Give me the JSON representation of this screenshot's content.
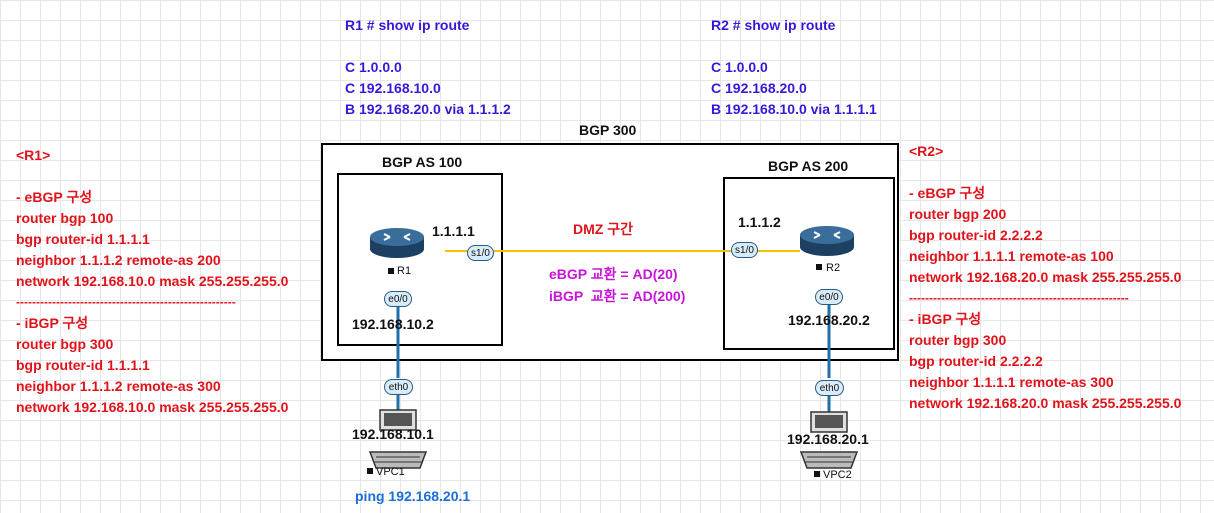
{
  "route_r1": {
    "title": "R1 # show ip route",
    "lines": [
      "C 1.0.0.0",
      "C 192.168.10.0",
      "B 192.168.20.0 via 1.1.1.2"
    ]
  },
  "route_r2": {
    "title": "R2 # show ip route",
    "lines": [
      "C 1.0.0.0",
      "C 192.168.20.0",
      "B 192.168.10.0 via 1.1.1.1"
    ]
  },
  "bgp300_label": "BGP 300",
  "as100_label": "BGP AS 100",
  "as200_label": "BGP AS 200",
  "config_r1": {
    "lines": [
      "<R1>",
      "",
      "- eBGP 구성",
      "router bgp 100",
      "bgp router-id 1.1.1.1",
      "neighbor 1.1.1.2 remote-as 200",
      "network 192.168.10.0 mask 255.255.255.0",
      "-------------------------------------------------------",
      "- iBGP 구성",
      "router bgp 300",
      "bgp router-id 1.1.1.1",
      "neighbor 1.1.1.2 remote-as 300",
      "network 192.168.10.0 mask 255.255.255.0"
    ]
  },
  "config_r2": {
    "lines": [
      "<R2>",
      "",
      "- eBGP 구성",
      "router bgp 200",
      "bgp router-id 2.2.2.2",
      "neighbor 1.1.1.1 remote-as 100",
      "network 192.168.20.0 mask 255.255.255.0",
      "-------------------------------------------------------",
      "- iBGP 구성",
      "router bgp 300",
      "bgp router-id 2.2.2.2",
      "neighbor 1.1.1.1 remote-as 300",
      "network 192.168.20.0 mask 255.255.255.0"
    ]
  },
  "r1": {
    "name": "R1",
    "serial_ip": "1.1.1.1",
    "s_iface": "s1/0",
    "e_iface": "e0/0",
    "lan_ip": "192.168.10.2"
  },
  "r2": {
    "name": "R2",
    "serial_ip": "1.1.1.2",
    "s_iface": "s1/0",
    "e_iface": "e0/0",
    "lan_ip": "192.168.20.2"
  },
  "vpc1": {
    "name": "VPC1",
    "iface": "eth0",
    "ip": "192.168.10.1"
  },
  "vpc2": {
    "name": "VPC2",
    "iface": "eth0",
    "ip": "192.168.20.1"
  },
  "dmz_label": "DMZ 구간",
  "ad_notes": [
    "eBGP 교환 = AD(20)",
    "iBGP  교환 = AD(200)"
  ],
  "ping_note": "ping 192.168.20.1",
  "colors": {
    "route_text": "#3a17d8",
    "config_text": "#e0131b",
    "ad_text": "#c814d8",
    "ping_text": "#1a6fd8",
    "link": "#f2c200",
    "lan_link": "#1f6fa8",
    "router": "#2f5e8c"
  },
  "icons": {
    "router": "router-icon",
    "pc": "pc-icon"
  }
}
